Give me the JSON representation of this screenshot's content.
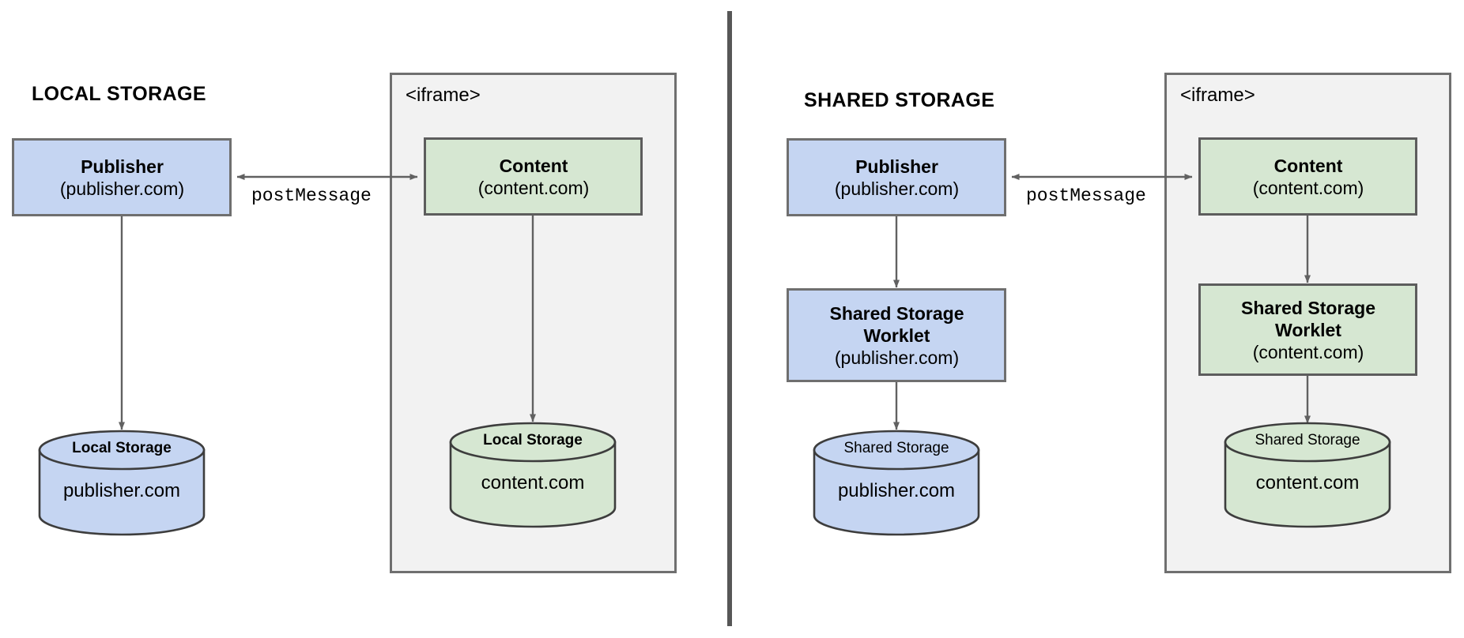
{
  "diagram": {
    "title_hidden": "",
    "colors": {
      "blue_fill": "#c5d5f2",
      "blue_stroke": "#6f6f6f",
      "green_fill": "#d6e7d2",
      "green_stroke": "#5d5d5d",
      "panel_fill": "#f2f2f2",
      "panel_stroke": "#6f6f6f",
      "arrow": "#616161",
      "divider": "#575757",
      "text": "#000000"
    },
    "divider": {
      "name": "vertical-divider"
    },
    "sections": [
      {
        "id": "local-storage",
        "title": "LOCAL STORAGE",
        "iframe_label": "<iframe>",
        "connector_label": "postMessage",
        "publisher_box": {
          "title": "Publisher",
          "subtitle": "(publisher.com)"
        },
        "content_box": {
          "title": "Content",
          "subtitle": "(content.com)"
        },
        "publisher_cylinder": {
          "top_label": "Local Storage",
          "body_label": "publisher.com",
          "top_label_weight": "bold"
        },
        "content_cylinder": {
          "top_label": "Local Storage",
          "body_label": "content.com",
          "top_label_weight": "bold"
        }
      },
      {
        "id": "shared-storage",
        "title": "SHARED STORAGE",
        "iframe_label": "<iframe>",
        "connector_label": "postMessage",
        "publisher_box": {
          "title": "Publisher",
          "subtitle": "(publisher.com)"
        },
        "content_box": {
          "title": "Content",
          "subtitle": "(content.com)"
        },
        "publisher_worklet_box": {
          "title_line1": "Shared Storage",
          "title_line2": "Worklet",
          "subtitle": "(publisher.com)"
        },
        "content_worklet_box": {
          "title_line1": "Shared Storage",
          "title_line2": "Worklet",
          "subtitle": "(content.com)"
        },
        "publisher_cylinder": {
          "top_label": "Shared Storage",
          "body_label": "publisher.com",
          "top_label_weight": "regular"
        },
        "content_cylinder": {
          "top_label": "Shared Storage",
          "body_label": "content.com",
          "top_label_weight": "regular"
        }
      }
    ]
  }
}
